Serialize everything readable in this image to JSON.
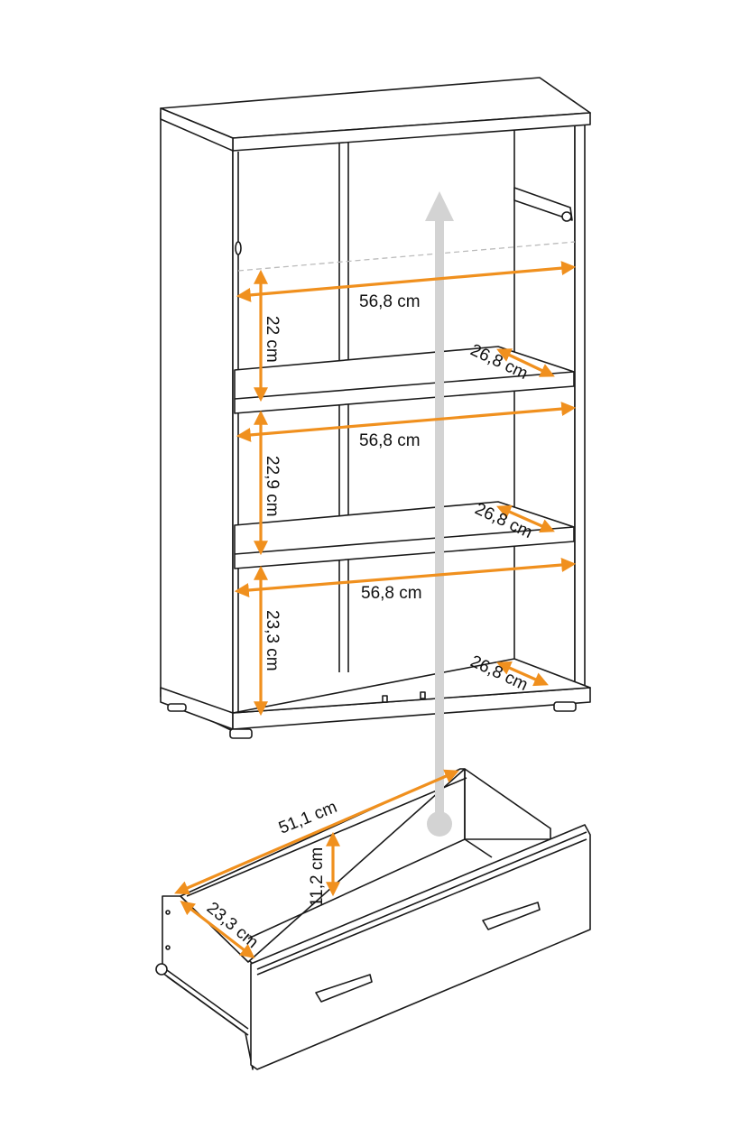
{
  "diagram": {
    "type": "furniture-dimension-drawing",
    "colors": {
      "outline": "#1a1a1a",
      "dimension_arrow": "#f0901e",
      "move_arrow": "#d3d3d3",
      "background": "#ffffff"
    },
    "shelf_unit": {
      "compartments": [
        {
          "width": "56,8 cm",
          "height": "22 cm",
          "depth": "26,8 cm"
        },
        {
          "width": "56,8 cm",
          "height": "22,9 cm",
          "depth": "26,8 cm"
        },
        {
          "width": "56,8 cm",
          "height": "23,3 cm",
          "depth": "26,8 cm"
        }
      ]
    },
    "drawer": {
      "length": "51,1 cm",
      "height": "11,2 cm",
      "width": "23,3 cm"
    }
  }
}
